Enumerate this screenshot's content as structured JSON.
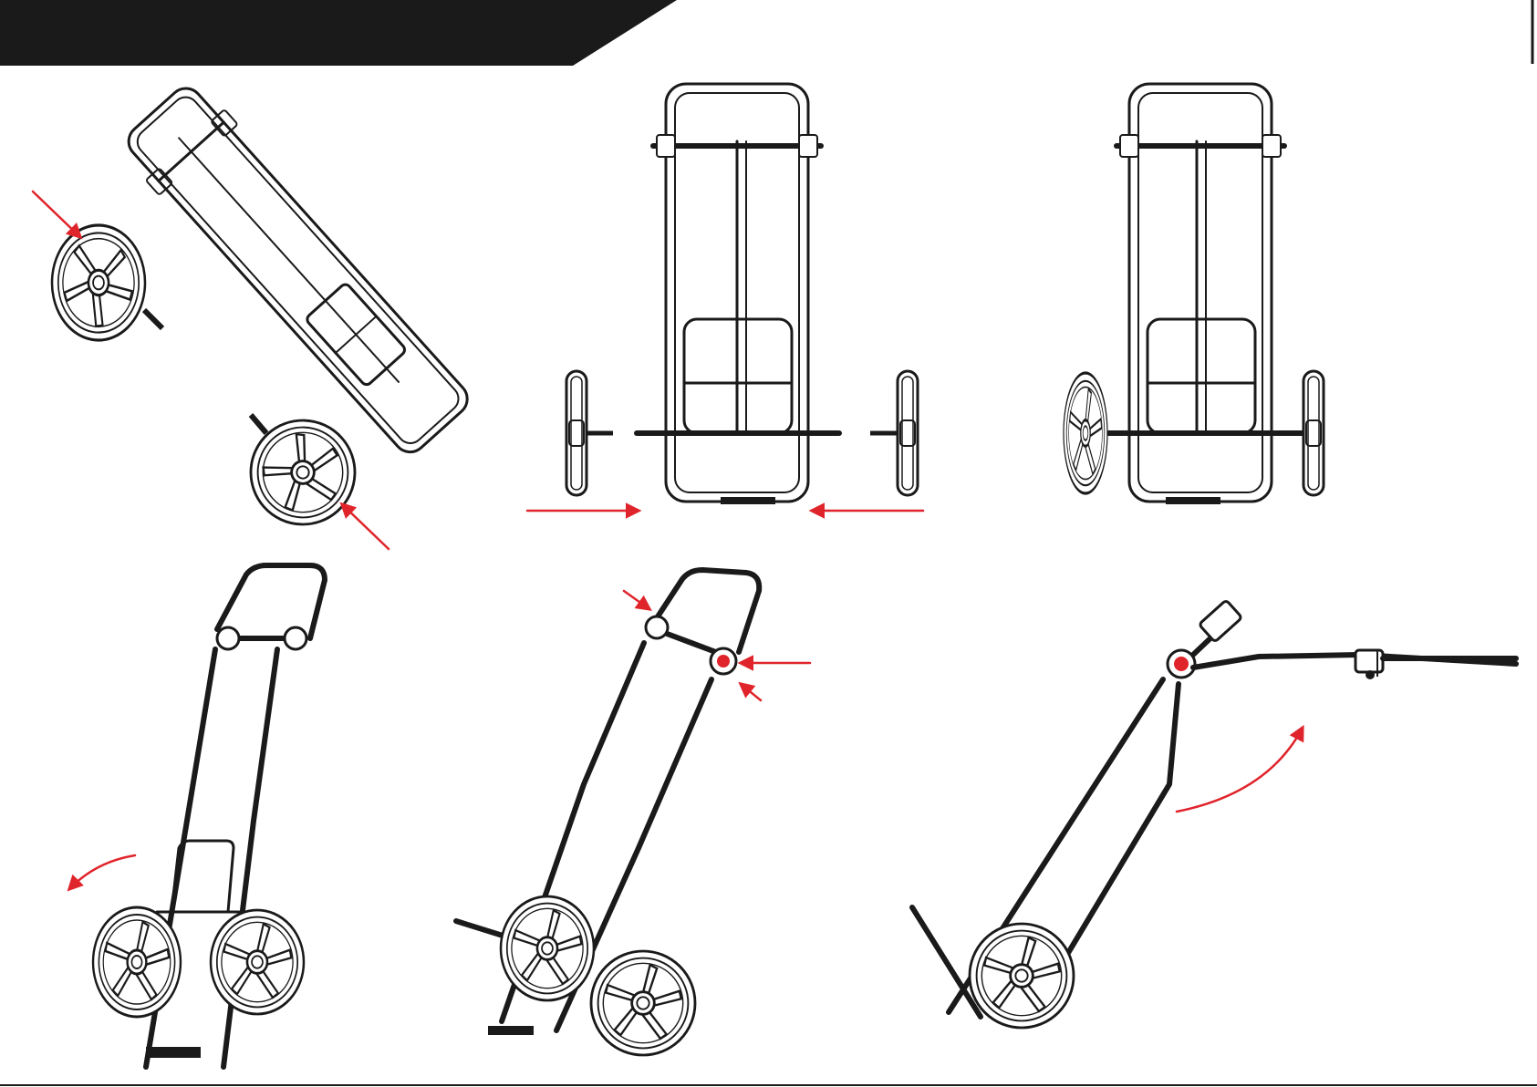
{
  "colors": {
    "header_bar": "#1a1a1a",
    "line_art": "#1a1a1a",
    "arrow": "#e0242b",
    "button_highlight": "#e0242b"
  },
  "steps": [
    {
      "id": "step-1",
      "description_icon": "attach-wheels-diagram"
    },
    {
      "id": "step-2",
      "description_icon": "slide-wheels-onto-axle-diagram"
    },
    {
      "id": "step-3",
      "description_icon": "wheels-mounted-diagram"
    },
    {
      "id": "step-4",
      "description_icon": "unfold-base-diagram"
    },
    {
      "id": "step-5",
      "description_icon": "press-release-button-diagram"
    },
    {
      "id": "step-6",
      "description_icon": "raise-handle-diagram"
    }
  ]
}
